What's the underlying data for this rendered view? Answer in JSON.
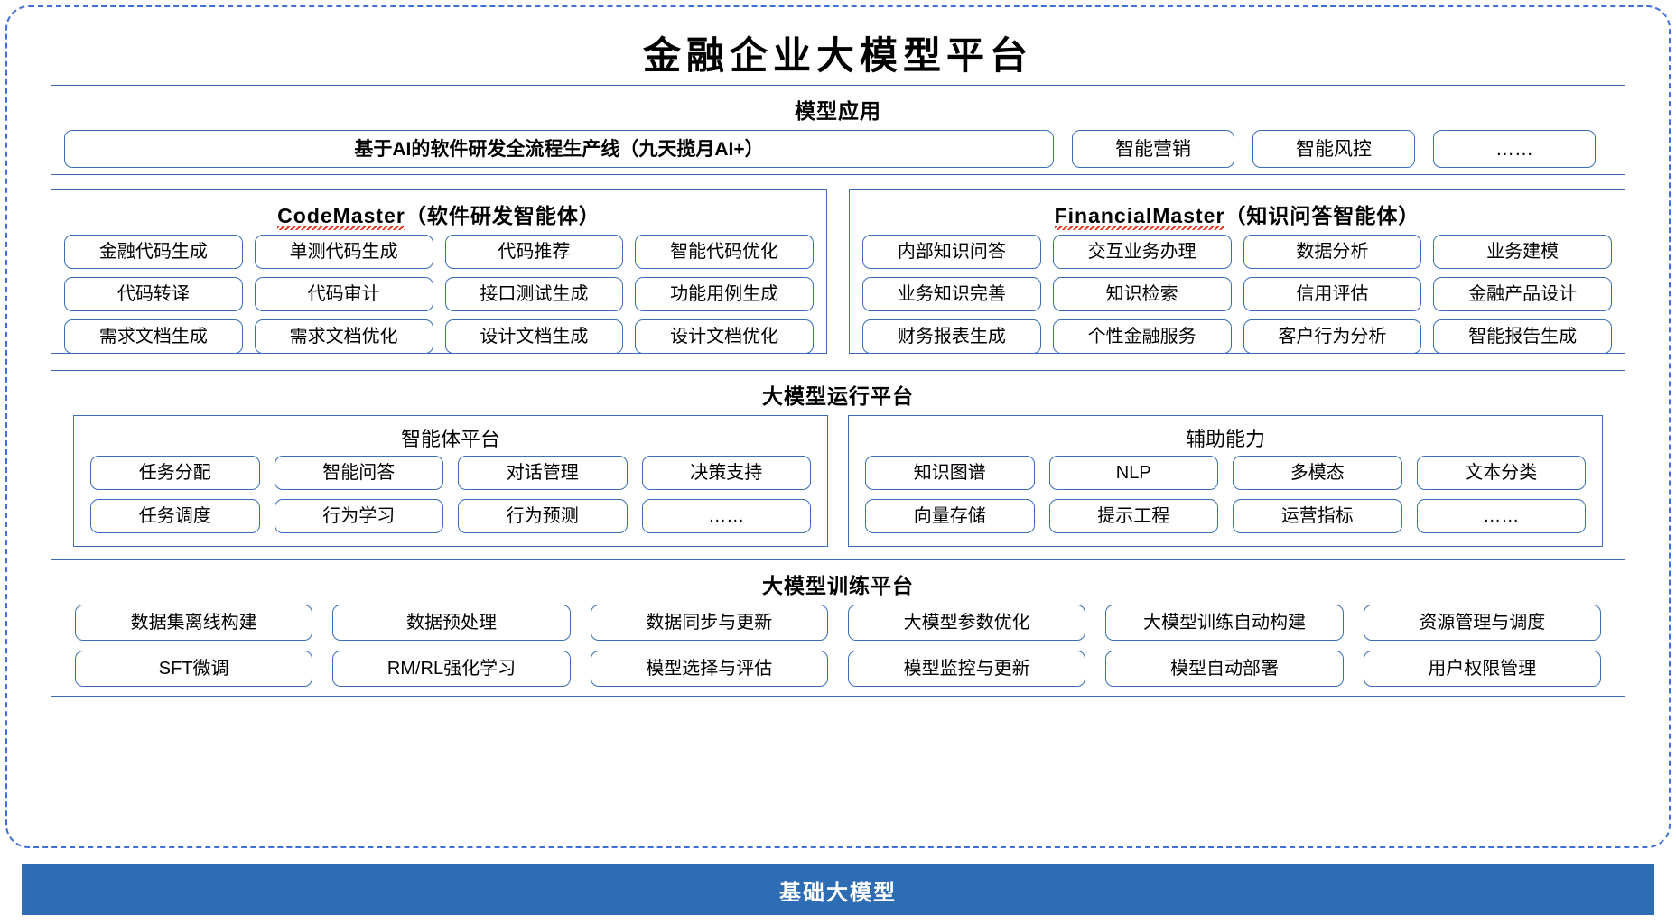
{
  "title": "金融企业大模型平台",
  "colors": {
    "border_blue": "#3a6fb5",
    "dashed_blue": "#3d6fd6",
    "foundation_bar": "#2e6db4",
    "spellcheck_red": "#e8341c"
  },
  "application": {
    "header": "模型应用",
    "main_item": "基于AI的软件研发全流程生产线（九天揽月AI+）",
    "items": [
      "智能营销",
      "智能风控",
      "……"
    ]
  },
  "code_master": {
    "name": "CodeMaster",
    "suffix": "（软件研发智能体）",
    "rows": [
      [
        "金融代码生成",
        "单测代码生成",
        "代码推荐",
        "智能代码优化"
      ],
      [
        "代码转译",
        "代码审计",
        "接口测试生成",
        "功能用例生成"
      ],
      [
        "需求文档生成",
        "需求文档优化",
        "设计文档生成",
        "设计文档优化"
      ]
    ]
  },
  "financial_master": {
    "name": "FinancialMaster",
    "suffix": "（知识问答智能体）",
    "rows": [
      [
        "内部知识问答",
        "交互业务办理",
        "数据分析",
        "业务建模"
      ],
      [
        "业务知识完善",
        "知识检索",
        "信用评估",
        "金融产品设计"
      ],
      [
        "财务报表生成",
        "个性金融服务",
        "客户行为分析",
        "智能报告生成"
      ]
    ]
  },
  "runtime_platform": {
    "header": "大模型运行平台",
    "agent_platform": {
      "header": "智能体平台",
      "rows": [
        [
          "任务分配",
          "智能问答",
          "对话管理",
          "决策支持"
        ],
        [
          "任务调度",
          "行为学习",
          "行为预测",
          "……"
        ]
      ]
    },
    "support_capability": {
      "header": "辅助能力",
      "rows": [
        [
          "知识图谱",
          "NLP",
          "多模态",
          "文本分类"
        ],
        [
          "向量存储",
          "提示工程",
          "运营指标",
          "……"
        ]
      ]
    }
  },
  "training_platform": {
    "header": "大模型训练平台",
    "rows": [
      [
        "数据集离线构建",
        "数据预处理",
        "数据同步与更新",
        "大模型参数优化",
        "大模型训练自动构建",
        "资源管理与调度"
      ],
      [
        "SFT微调",
        "RM/RL强化学习",
        "模型选择与评估",
        "模型监控与更新",
        "模型自动部署",
        "用户权限管理"
      ]
    ]
  },
  "foundation": {
    "label": "基础大模型"
  }
}
